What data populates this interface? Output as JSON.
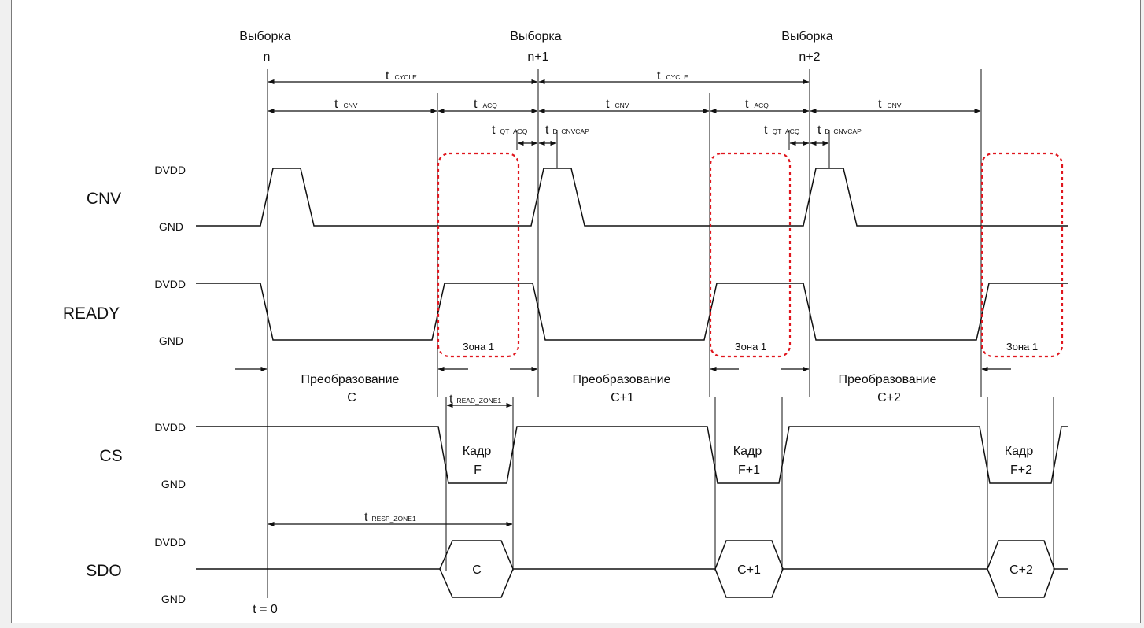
{
  "signals": {
    "cnv": "CNV",
    "ready": "READY",
    "cs": "CS",
    "sdo": "SDO"
  },
  "levels": {
    "high": "DVDD",
    "low": "GND"
  },
  "samples": [
    {
      "line1": "Выборка",
      "line2": "n"
    },
    {
      "line1": "Выборка",
      "line2": "n+1"
    },
    {
      "line1": "Выборка",
      "line2": "n+2"
    }
  ],
  "timings": {
    "t_prefix": "t",
    "cycle": "CYCLE",
    "cnv": "CNV",
    "acq": "ACQ",
    "qt_acq": "QT_ACQ",
    "d_cnvcap": "D_CNVCAP",
    "read_zone1": "READ_ZONE1",
    "resp_zone1": "RESP_ZONE1"
  },
  "conversions": [
    {
      "line1": "Преобразование",
      "line2": "C"
    },
    {
      "line1": "Преобразование",
      "line2": "C+1"
    },
    {
      "line1": "Преобразование",
      "line2": "C+2"
    }
  ],
  "frames": [
    {
      "line1": "Кадр",
      "line2": "F"
    },
    {
      "line1": "Кадр",
      "line2": "F+1"
    },
    {
      "line1": "Кадр",
      "line2": "F+2"
    }
  ],
  "sdo_data": [
    "C",
    "C+1",
    "C+2"
  ],
  "zone_label": "Зона 1",
  "t_zero": "t = 0",
  "colors": {
    "line": "#111111",
    "zone": "#e0161e",
    "background": "#ffffff"
  }
}
